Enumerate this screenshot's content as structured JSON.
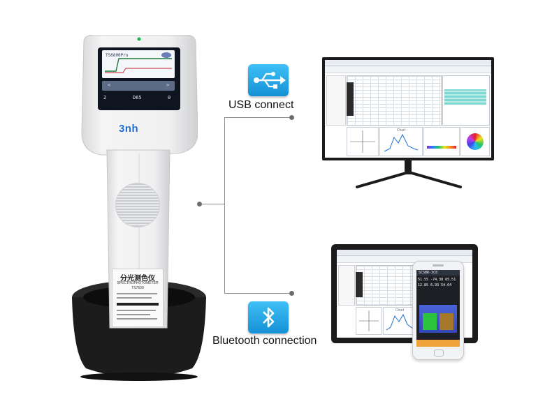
{
  "device": {
    "brand": "3nh",
    "label_title": "分光测色仪",
    "label_subtitle": "SPECTROPHOTOMETER",
    "label_model": "TS7600",
    "screen": {
      "reading_label": "TS6800Pro",
      "nav_prev": "<",
      "nav_next": ">",
      "left_value": "2",
      "mid_value": "D65",
      "right_value": "0"
    }
  },
  "connections": {
    "usb_label": "USB connect",
    "bluetooth_label": "Bluetooth connection"
  },
  "icons": {
    "usb": "usb-icon",
    "bluetooth": "bluetooth-icon"
  },
  "colors": {
    "icon_gradient_top": "#3fc0f6",
    "icon_gradient_bottom": "#1590d6",
    "brand_blue": "#1f6fd6",
    "wire": "#8c8c8c",
    "phone_sample_green": "#2ec33c",
    "phone_sample_brown": "#a7782c",
    "phone_bar": "#f0a23a"
  },
  "monitor": {
    "panel_chart_title": "Chart"
  },
  "tablet": {
    "panel_chart_title": "Chart"
  },
  "phone": {
    "title": "SCSBR-3C8",
    "values": [
      "51.55",
      "-74.38",
      "65.51",
      "12.85",
      "6.93",
      "54.64"
    ]
  }
}
